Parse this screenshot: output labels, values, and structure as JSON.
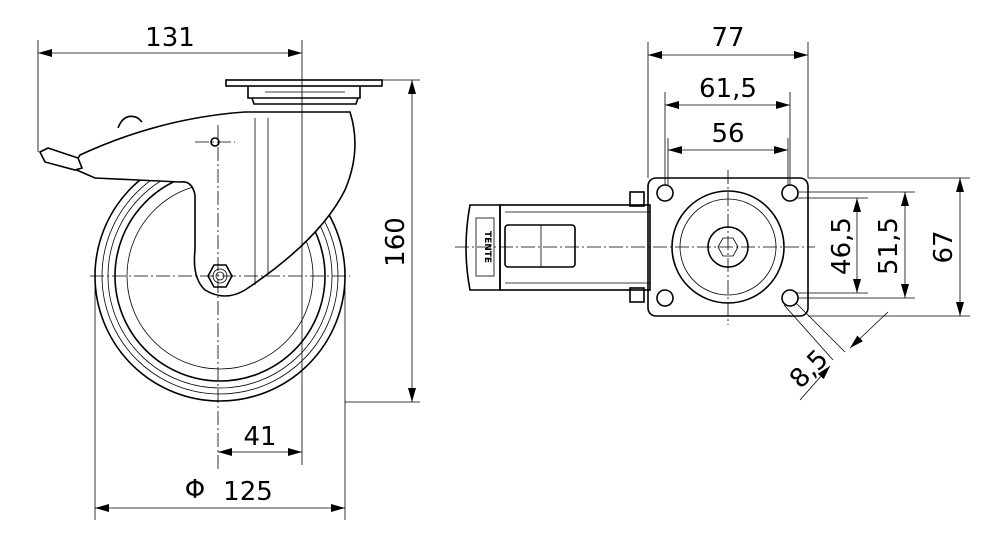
{
  "drawing": {
    "brand_label": "TENTE",
    "side_view": {
      "overall_length": "131",
      "height": "160",
      "offset": "41",
      "diameter_symbol": "Φ",
      "wheel_diameter": "125"
    },
    "top_view": {
      "plate_width": "77",
      "hole_spacing_long": "61,5",
      "hole_spacing_inner": "56",
      "hole_spacing_short": "46,5",
      "hole_spacing_short_outer": "51,5",
      "plate_depth": "67",
      "hole_diameter": "8,5"
    }
  }
}
